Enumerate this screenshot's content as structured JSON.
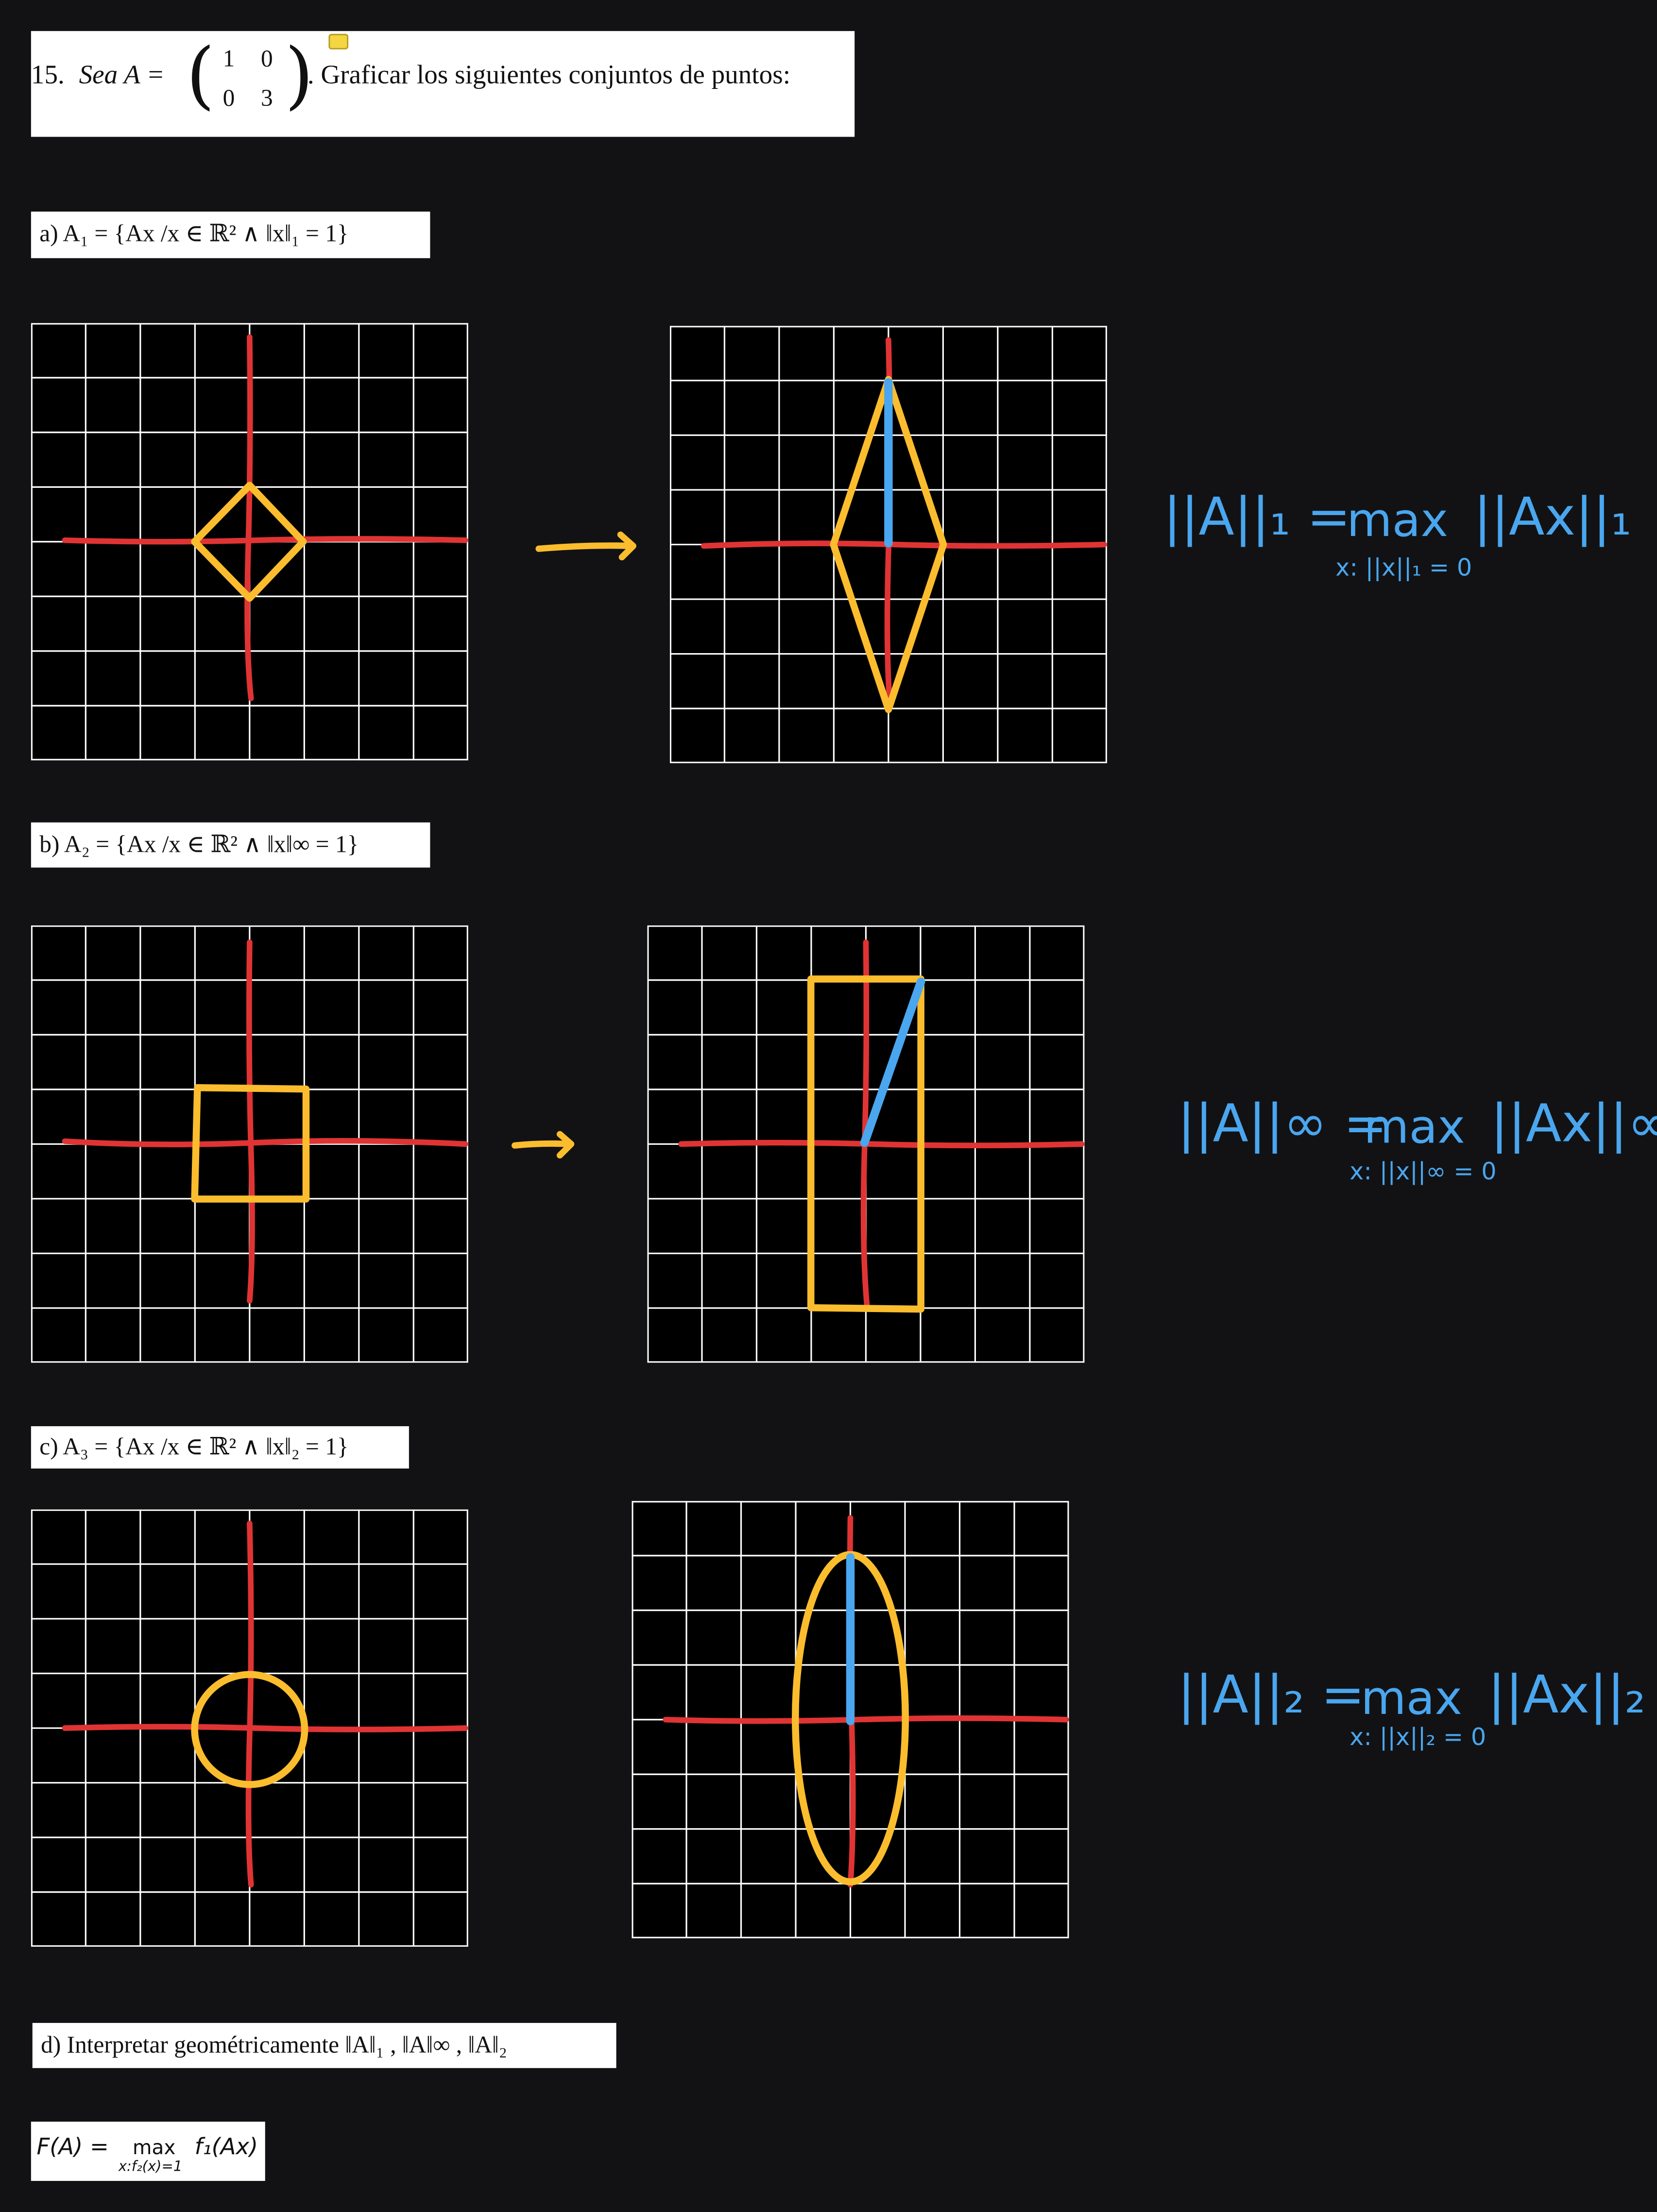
{
  "header": {
    "number": "15.",
    "sea_prefix": "Sea A =",
    "matrix": [
      [
        "1",
        "0"
      ],
      [
        "0",
        "3"
      ]
    ],
    "text": ". Graficar los siguientes conjuntos de puntos:"
  },
  "items": {
    "a": "a)  A₁ = {Ax /x ∈ ℝ²  ∧ ‖x‖₁ = 1}",
    "b": "b)  A₂ = {Ax /x ∈ ℝ²  ∧ ‖x‖∞ = 1}",
    "c": "c)  A₃ = {Ax /x ∈ ℝ²  ∧ ‖x‖₂ = 1}",
    "d": "d)  Interpretar geométricamente ‖A‖₁ ,  ‖A‖∞ ,  ‖A‖₂"
  },
  "notes": {
    "n1_lhs": "||A||₁ =",
    "n1_max": "max",
    "n1_rhs": "||Ax||₁",
    "n1_sub": "x: ||x||₁ = 0",
    "ninf_lhs": "||A||∞ =",
    "ninf_max": "max",
    "ninf_rhs": "||Ax||∞",
    "ninf_sub": "x: ||x||∞ = 0",
    "n2_lhs": "||A||₂ =",
    "n2_max": "max",
    "n2_rhs": "||Ax||₂",
    "n2_sub": "x: ||x||₂ = 0"
  },
  "formula": {
    "lhs": "F(A) =",
    "max": "max",
    "sub": "x:f₂(x)=1",
    "rhs": "f₁(Ax)"
  },
  "colors": {
    "page_bg": "#121214",
    "axes": "#e03434",
    "shape": "#fbbd2e",
    "highlight": "#4aa6ee",
    "grid": "#ffffff"
  },
  "icons": [
    "comment-note-icon",
    "arrow-right-icon"
  ]
}
